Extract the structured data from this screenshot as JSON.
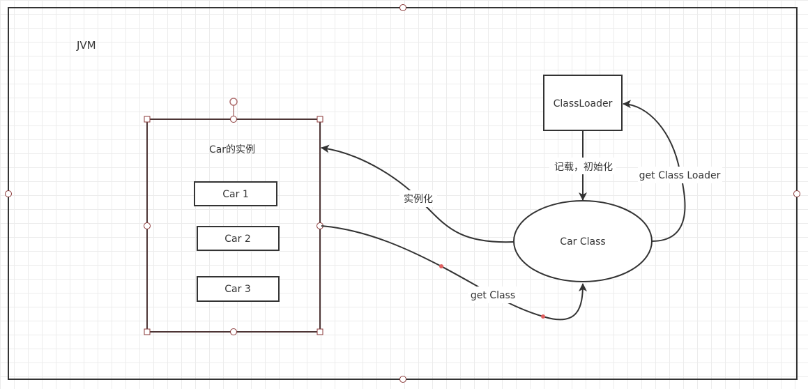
{
  "diagram": {
    "container_label": "JVM",
    "instance_group": {
      "title": "Car的实例",
      "items": [
        "Car 1",
        "Car 2",
        "Car 3"
      ]
    },
    "classloader": "ClassLoader",
    "car_class": "Car Class",
    "edges": {
      "load_init": "记载，初始化",
      "get_class_loader": "get Class Loader",
      "instantiate": "实例化",
      "get_class": "get Class"
    },
    "colors": {
      "stroke": "#333333",
      "selection": "#8b3a3a",
      "handle_fill": "#ffffff",
      "waypoint": "#e06060"
    }
  }
}
